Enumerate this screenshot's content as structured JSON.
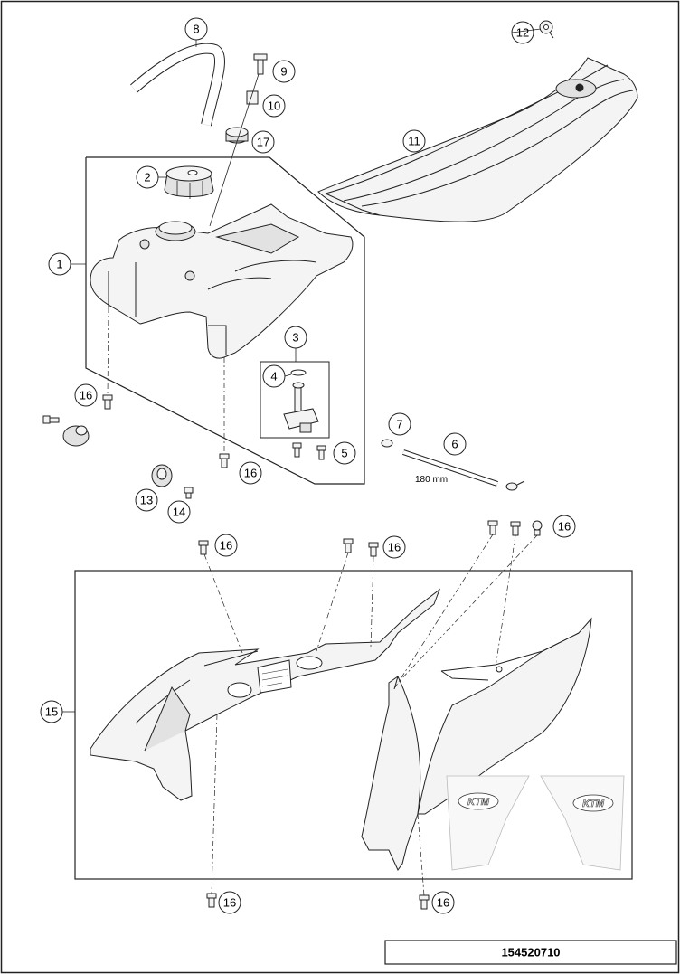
{
  "diagram": {
    "callouts": {
      "c1": "1",
      "c2": "2",
      "c3": "3",
      "c4": "4",
      "c5": "5",
      "c6": "6",
      "c7": "7",
      "c8": "8",
      "c9": "9",
      "c10": "10",
      "c11": "11",
      "c12": "12",
      "c13": "13",
      "c14": "14",
      "c15": "15",
      "c16a": "16",
      "c16b": "16",
      "c16c": "16",
      "c16d": "16",
      "c16e": "16",
      "c16f": "16",
      "c16g": "16",
      "c17": "17"
    },
    "dimension_label": "180 mm",
    "logo_text_left": "KTM",
    "logo_text_right": "KTM",
    "part_number": "154520710"
  },
  "colors": {
    "line": "#222222",
    "fill_light": "#f4f4f4",
    "fill_mid": "#e2e2e2"
  }
}
